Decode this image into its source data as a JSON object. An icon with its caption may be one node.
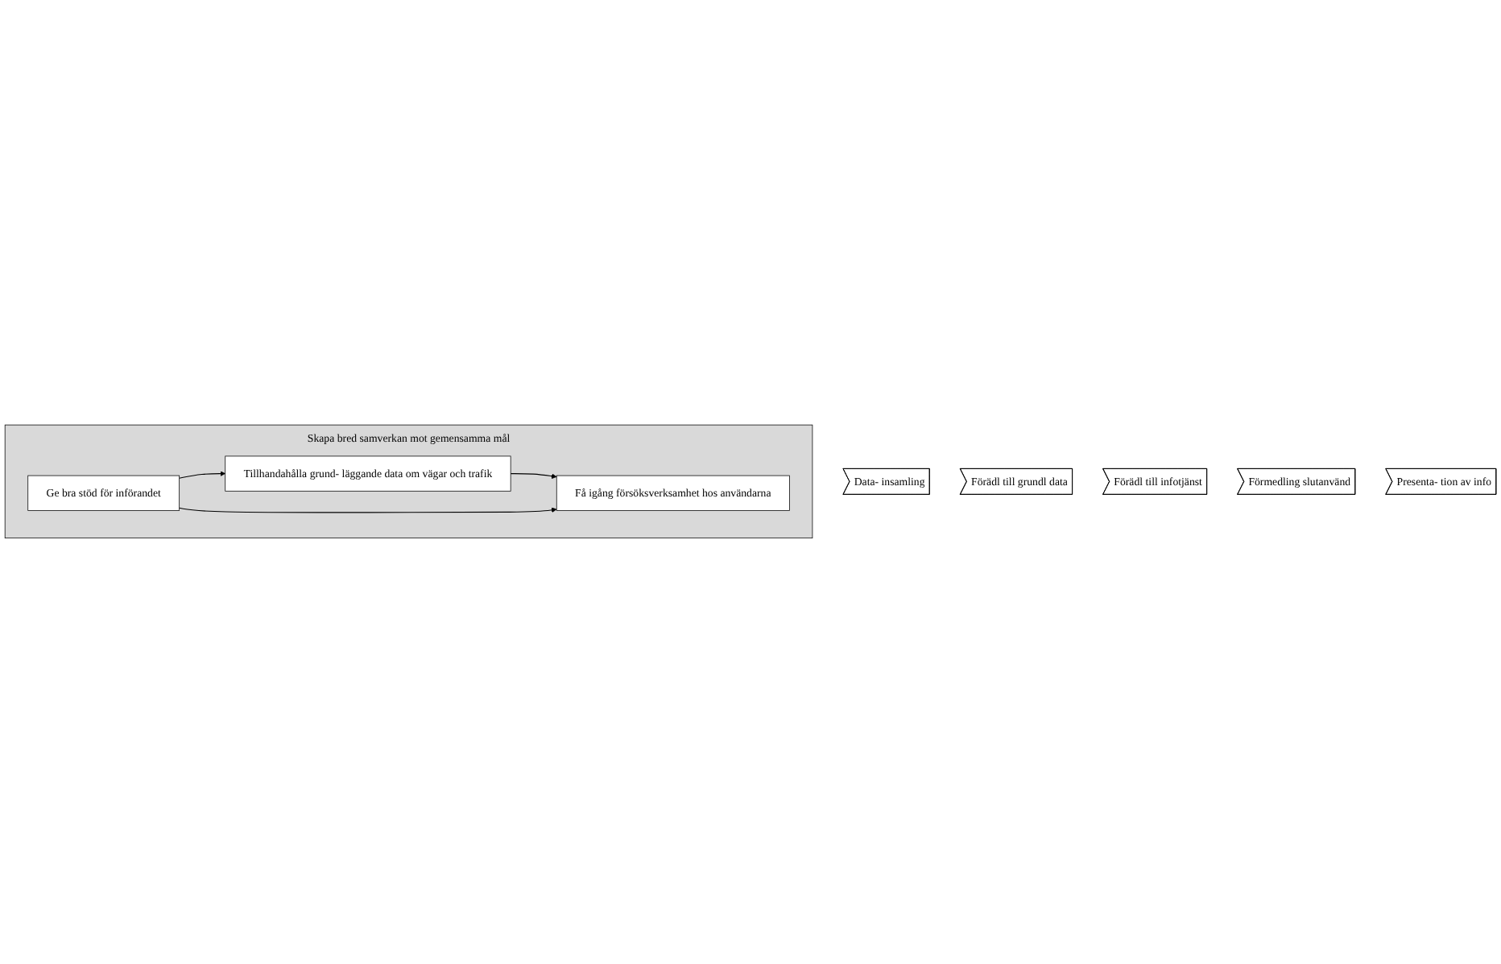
{
  "diagram": {
    "nodes": [
      {
        "text": [
          "Data- insamling"
        ]
      },
      {
        "text": [
          "Förädl till grundl data"
        ]
      },
      {
        "text": [
          "Förädl till infotjänst"
        ]
      },
      {
        "text": [
          "Förmedling slutanvänd"
        ]
      },
      {
        "text": [
          "Presenta- tion av info"
        ]
      },
      {
        "text": [
          "Skapa bred samverkan mot gemensamma mål"
        ]
      },
      {
        "text": [
          "Tillhandahålla grund- läggande data om vägar och trafik"
        ],
        "in": 5
      },
      {
        "text": [
          "Få igång försöksverksamhet hos användarna"
        ],
        "in": 5
      },
      {
        "text": [
          "Ge bra stöd för införandet"
        ],
        "in": 5
      }
    ],
    "edges": [
      {
        "from": 6,
        "to": 7,
        "arrow": "to"
      },
      {
        "from": 8,
        "to": 6,
        "arrow": "to"
      },
      {
        "from": 8,
        "to": 7,
        "arrow": "to"
      }
    ]
  }
}
